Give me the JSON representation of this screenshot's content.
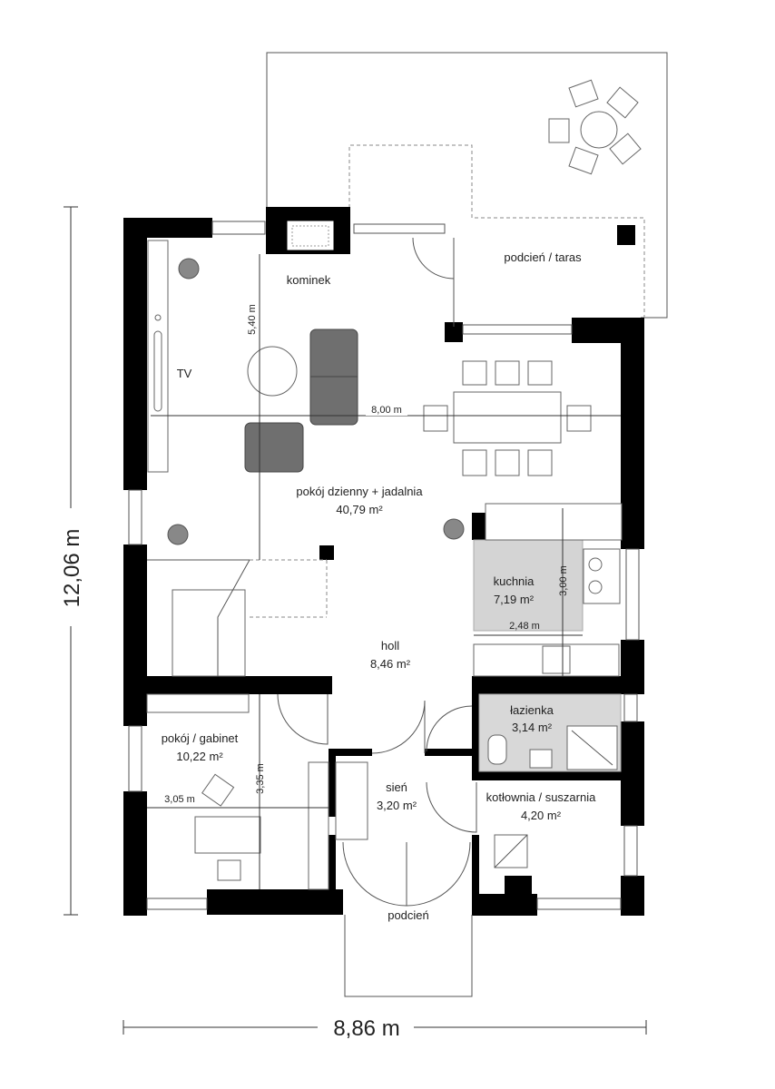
{
  "rooms": {
    "living": {
      "name": "pokój dzienny + jadalnia",
      "area": "40,79 m²"
    },
    "kitchen": {
      "name": "kuchnia",
      "area": "7,19 m²"
    },
    "hall": {
      "name": "holl",
      "area": "8,46 m²"
    },
    "bathroom": {
      "name": "łazienka",
      "area": "3,14 m²"
    },
    "study": {
      "name": "pokój / gabinet",
      "area": "10,22 m²"
    },
    "vestibule": {
      "name": "sień",
      "area": "3,20 m²"
    },
    "boiler": {
      "name": "kotłownia / suszarnia",
      "area": "4,20 m²"
    },
    "terrace": {
      "name": "podcień / taras"
    },
    "porch": {
      "name": "podcień"
    },
    "fireplace": {
      "name": "kominek"
    },
    "tv": {
      "name": "TV"
    }
  },
  "dimensions": {
    "total_height": "12,06 m",
    "total_width": "8,86 m",
    "living_width": "8,00 m",
    "living_depth": "5,40 m",
    "kitchen_width": "2,48 m",
    "kitchen_depth": "3,00 m",
    "study_width": "3,05 m",
    "study_depth": "3,35 m"
  }
}
